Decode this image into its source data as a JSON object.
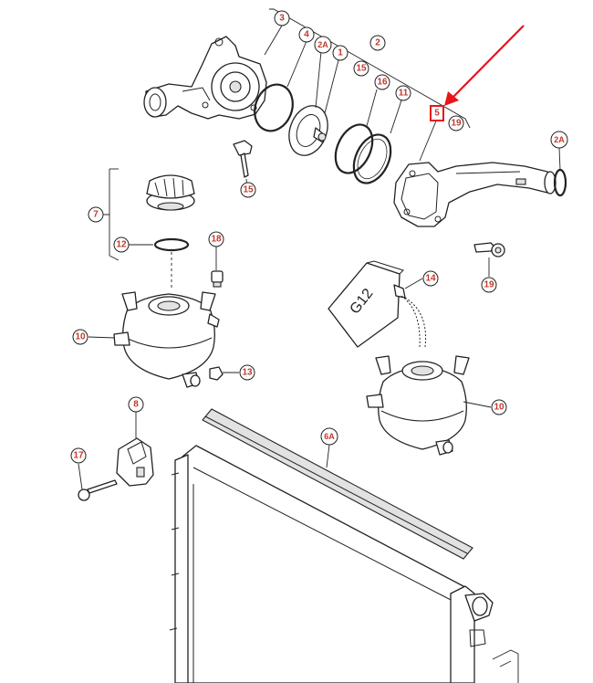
{
  "diagram": {
    "accent_color": "#c0392b",
    "highlight_color": "#e8141a",
    "selected_part": "5",
    "callouts": [
      {
        "id": "c3",
        "label": "3"
      },
      {
        "id": "c4",
        "label": "4"
      },
      {
        "id": "c2A-top",
        "label": "2A"
      },
      {
        "id": "c1",
        "label": "1"
      },
      {
        "id": "c2",
        "label": "2"
      },
      {
        "id": "c15-top",
        "label": "15"
      },
      {
        "id": "c16",
        "label": "16"
      },
      {
        "id": "c11",
        "label": "11"
      },
      {
        "id": "c5",
        "label": "5"
      },
      {
        "id": "c19-top",
        "label": "19"
      },
      {
        "id": "c2A-right",
        "label": "2A"
      },
      {
        "id": "c15-mid",
        "label": "15"
      },
      {
        "id": "c7",
        "label": "7"
      },
      {
        "id": "c12",
        "label": "12"
      },
      {
        "id": "c18",
        "label": "18"
      },
      {
        "id": "c19-mid",
        "label": "19"
      },
      {
        "id": "c14",
        "label": "14"
      },
      {
        "id": "c10-left",
        "label": "10"
      },
      {
        "id": "c13",
        "label": "13"
      },
      {
        "id": "c10-right",
        "label": "10"
      },
      {
        "id": "c8",
        "label": "8"
      },
      {
        "id": "c6A",
        "label": "6A"
      },
      {
        "id": "c17",
        "label": "17"
      }
    ],
    "coolant_container_label": "G12"
  }
}
